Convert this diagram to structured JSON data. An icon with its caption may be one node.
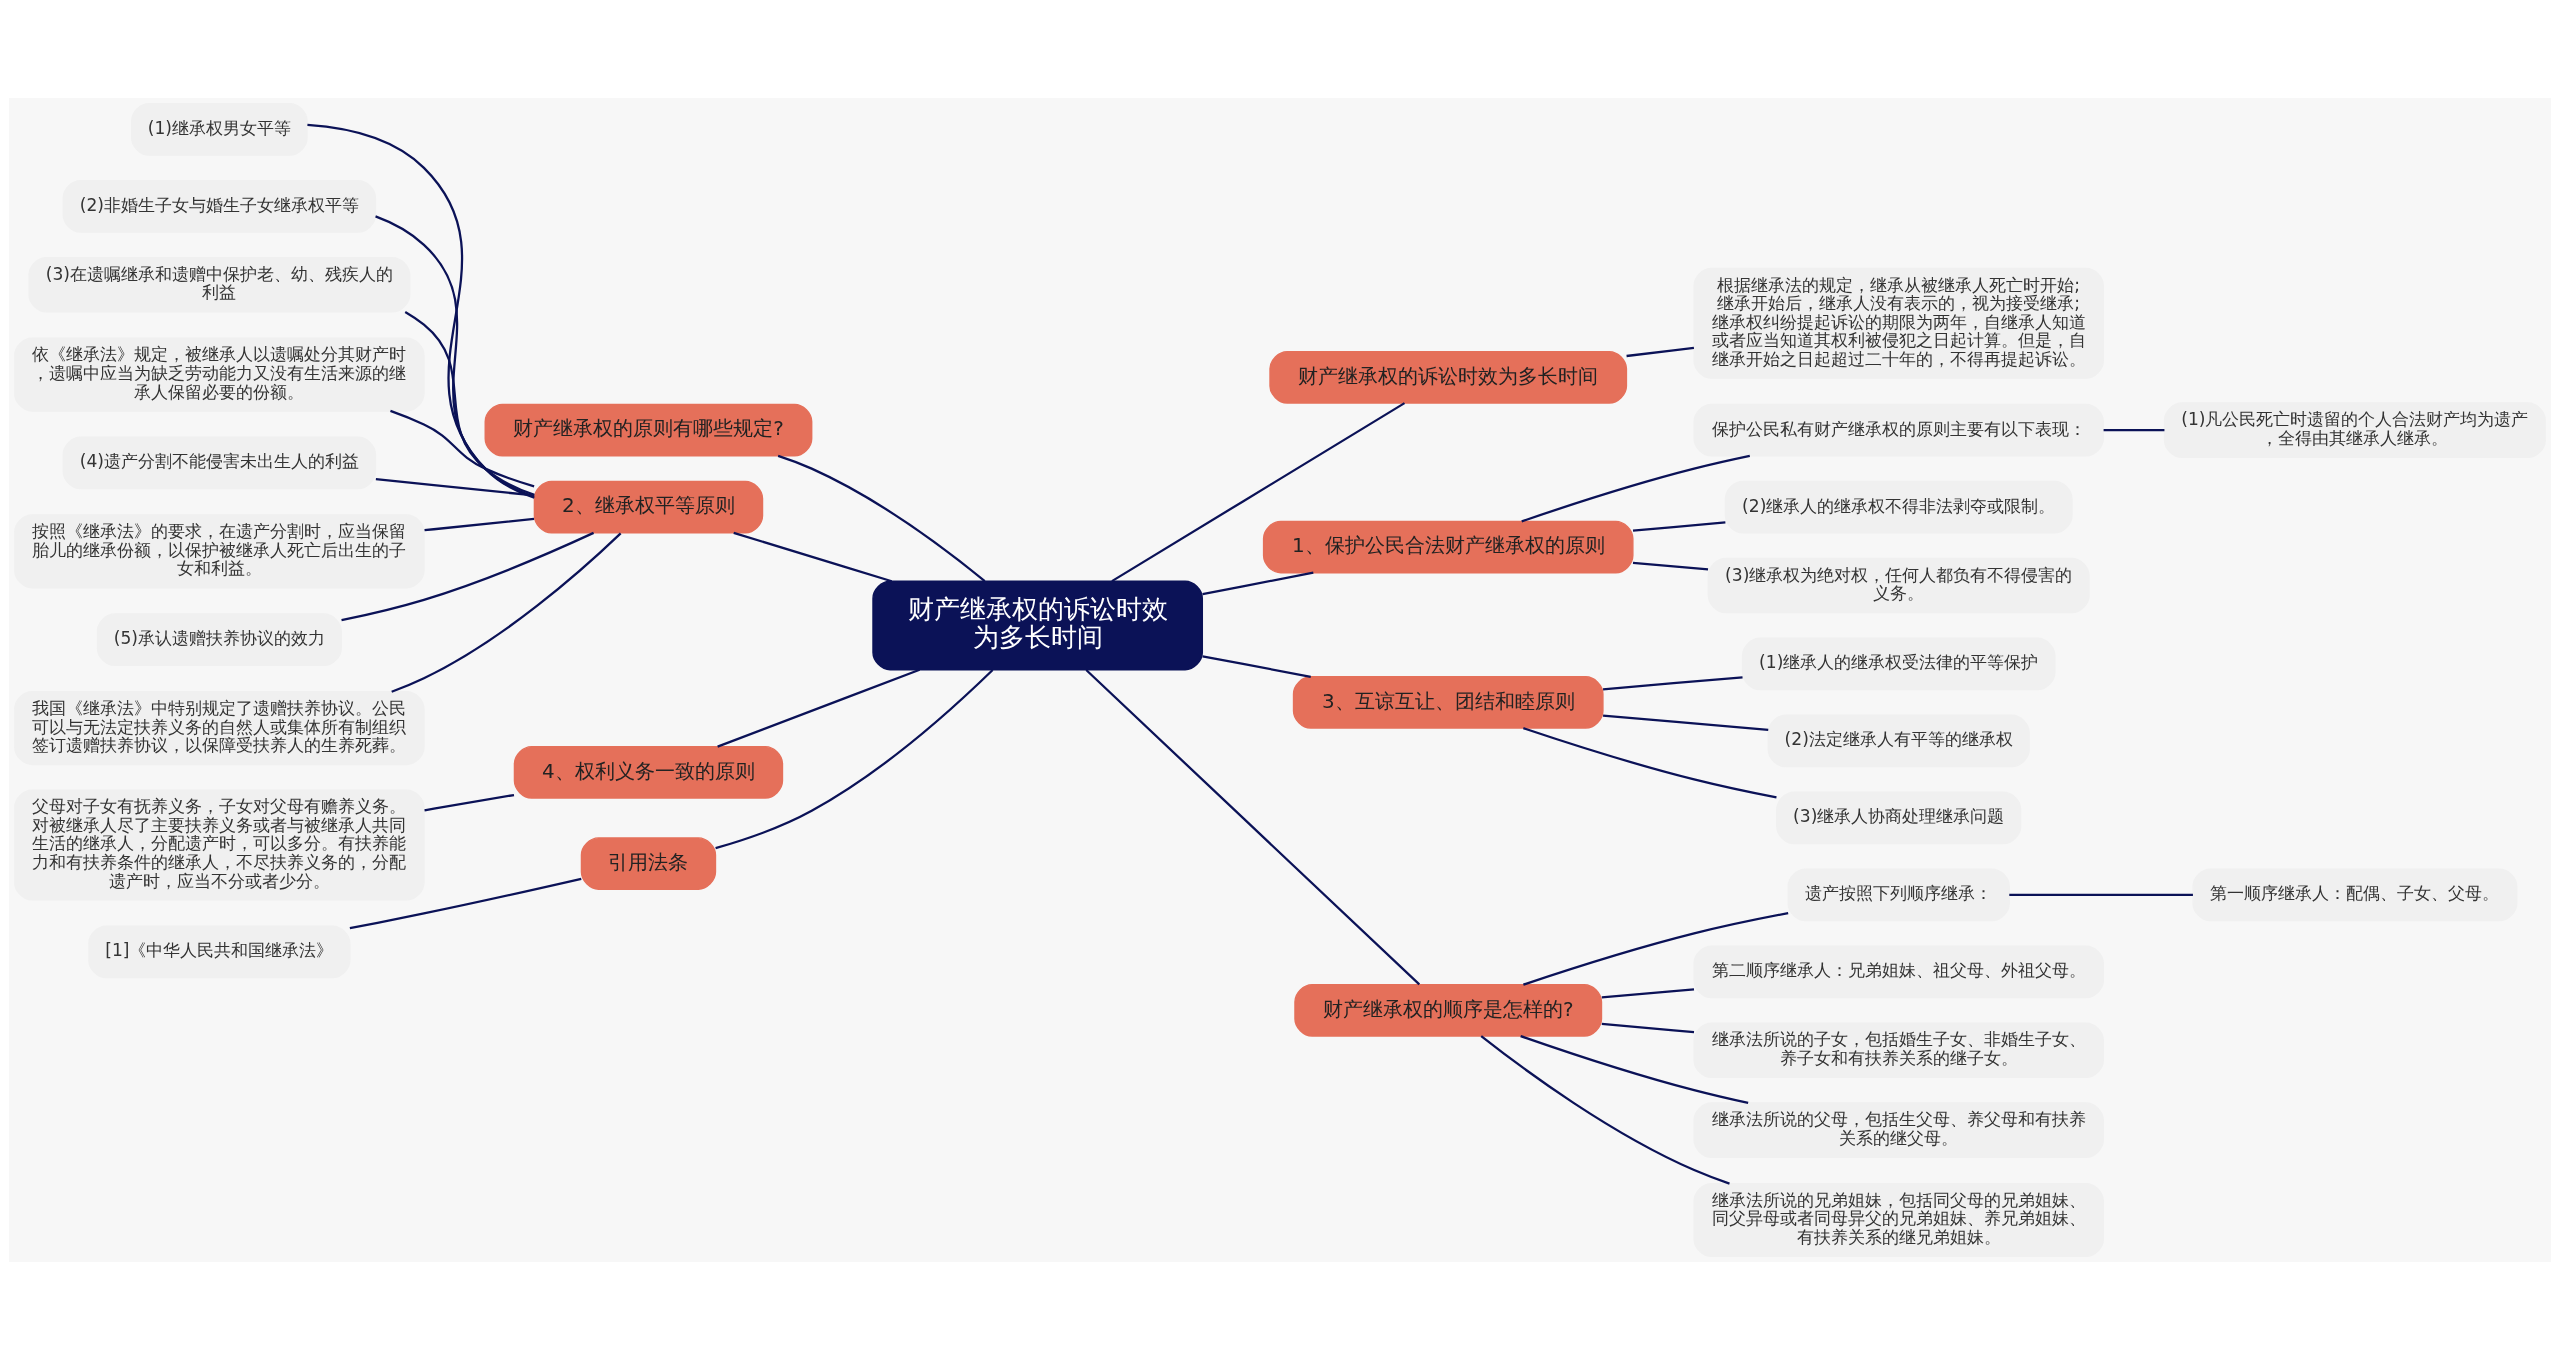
{
  "diagram": {
    "nodes": [
      {
        "text": [
          "财产继承权的诉讼时效为多长时间"
        ]
      },
      {
        "text": [
          "财产继承权的原则有哪些规定?"
        ]
      },
      {
        "text": [
          "2、继承权平等原则"
        ]
      },
      {
        "text": [
          "(1)继承权男女平等"
        ]
      },
      {
        "text": [
          "(2)非婚生子女与婚生子女继承权平等"
        ]
      },
      {
        "text": [
          "(3)在遗嘱继承和遗赠中保护老、幼、残疾人的利益"
        ]
      },
      {
        "text": [
          "依《继承法》规定，被继承人以遗嘱处分其财产时，遗嘱中应当为缺乏劳动能力又没有生活来源的继承人保留必要的份额。"
        ]
      },
      {
        "text": [
          "(4)遗产分割不能侵害未出生人的利益"
        ]
      },
      {
        "text": [
          "按照《继承法》的要求，在遗产分割时，应当保留胎儿的继承份额，以保护被继承人死亡后出生的子女和利益。"
        ]
      },
      {
        "text": [
          "(5)承认遗赠扶养协议的效力"
        ]
      },
      {
        "text": [
          "我国《继承法》中特别规定了遗赠扶养协议。公民可以与无法定扶养义务的自然人或集体所有制组织签订遗赠扶养协议，以保障受扶养人的生养死葬。"
        ]
      },
      {
        "text": [
          "4、权利义务一致的原则"
        ]
      },
      {
        "text": [
          "父母对子女有抚养义务，子女对父母有赡养义务。对被继承人尽了主要扶养义务或者与被继承人共同生活的继承人，分配遗产时，可以多分。有扶养能力和有扶养条件的继承人，不尽扶养义务的，分配遗产时，应当不分或者少分。"
        ]
      },
      {
        "text": [
          "引用法条"
        ]
      },
      {
        "text": [
          "[1]《中华人民共和国继承法》"
        ]
      },
      {
        "text": [
          "财产继承权的诉讼时效为多长时间"
        ]
      },
      {
        "text": [
          "根据继承法的规定，继承从被继承人死亡时开始;继承开始后，继承人没有表示的，视为接受继承;继承权纠纷提起诉讼的期限为两年，自继承人知道或者应当知道其权利被侵犯之日起计算。但是，自继承开始之日起超过二十年的，不得再提起诉讼。"
        ]
      },
      {
        "text": [
          "1、保护公民合法财产继承权的原则"
        ]
      },
      {
        "text": [
          "保护公民私有财产继承权的原则主要有以下表现："
        ]
      },
      {
        "text": [
          "(1)凡公民死亡时遗留的个人合法财产均为遗产，全得由其继承人继承。"
        ]
      },
      {
        "text": [
          "(2)继承人的继承权不得非法剥夺或限制。"
        ]
      },
      {
        "text": [
          "(3)继承权为绝对权，任何人都负有不得侵害的义务。"
        ]
      },
      {
        "text": [
          "3、互谅互让、团结和睦原则"
        ]
      },
      {
        "text": [
          "(1)继承人的继承权受法律的平等保护"
        ]
      },
      {
        "text": [
          "(2)法定继承人有平等的继承权"
        ]
      },
      {
        "text": [
          "(3)继承人协商处理继承问题"
        ]
      },
      {
        "text": [
          "财产继承权的顺序是怎样的?"
        ]
      },
      {
        "text": [
          "遗产按照下列顺序继承："
        ]
      },
      {
        "text": [
          "第一顺序继承人：配偶、子女、父母。"
        ]
      },
      {
        "text": [
          "第二顺序继承人：兄弟姐妹、祖父母、外祖父母。"
        ]
      },
      {
        "text": [
          "继承法所说的子女，包括婚生子女、非婚生子女、养子女和有扶养关系的继子女。"
        ]
      },
      {
        "text": [
          "继承法所说的父母，包括生父母、养父母和有扶养关系的继父母。"
        ]
      },
      {
        "text": [
          "继承法所说的兄弟姐妹，包括同父母的兄弟姐妹、同父异母或者同母异父的兄弟姐妹、养兄弟姐妹、有扶养关系的继兄弟姐妹。"
        ]
      }
    ],
    "edges": [
      {
        "from": 0,
        "to": 1,
        "arrow": "none"
      },
      {
        "from": 0,
        "to": 2,
        "arrow": "none"
      },
      {
        "from": 2,
        "to": 3,
        "arrow": "none"
      },
      {
        "from": 2,
        "to": 4,
        "arrow": "none"
      },
      {
        "from": 2,
        "to": 5,
        "arrow": "none"
      },
      {
        "from": 2,
        "to": 6,
        "arrow": "none"
      },
      {
        "from": 2,
        "to": 7,
        "arrow": "none"
      },
      {
        "from": 2,
        "to": 8,
        "arrow": "none"
      },
      {
        "from": 2,
        "to": 9,
        "arrow": "none"
      },
      {
        "from": 2,
        "to": 10,
        "arrow": "none"
      },
      {
        "from": 0,
        "to": 11,
        "arrow": "none"
      },
      {
        "from": 11,
        "to": 12,
        "arrow": "none"
      },
      {
        "from": 0,
        "to": 13,
        "arrow": "none"
      },
      {
        "from": 13,
        "to": 14,
        "arrow": "none"
      },
      {
        "from": 0,
        "to": 15,
        "arrow": "none"
      },
      {
        "from": 15,
        "to": 16,
        "arrow": "none"
      },
      {
        "from": 0,
        "to": 17,
        "arrow": "none"
      },
      {
        "from": 17,
        "to": 18,
        "arrow": "none"
      },
      {
        "from": 18,
        "to": 19,
        "arrow": "none"
      },
      {
        "from": 17,
        "to": 20,
        "arrow": "none"
      },
      {
        "from": 17,
        "to": 21,
        "arrow": "none"
      },
      {
        "from": 0,
        "to": 22,
        "arrow": "none"
      },
      {
        "from": 22,
        "to": 23,
        "arrow": "none"
      },
      {
        "from": 22,
        "to": 24,
        "arrow": "none"
      },
      {
        "from": 22,
        "to": 25,
        "arrow": "none"
      },
      {
        "from": 0,
        "to": 26,
        "arrow": "none"
      },
      {
        "from": 26,
        "to": 27,
        "arrow": "none"
      },
      {
        "from": 27,
        "to": 28,
        "arrow": "none"
      },
      {
        "from": 26,
        "to": 29,
        "arrow": "none"
      },
      {
        "from": 26,
        "to": 30,
        "arrow": "none"
      },
      {
        "from": 26,
        "to": 31,
        "arrow": "none"
      },
      {
        "from": 26,
        "to": 32,
        "arrow": "none"
      }
    ]
  }
}
